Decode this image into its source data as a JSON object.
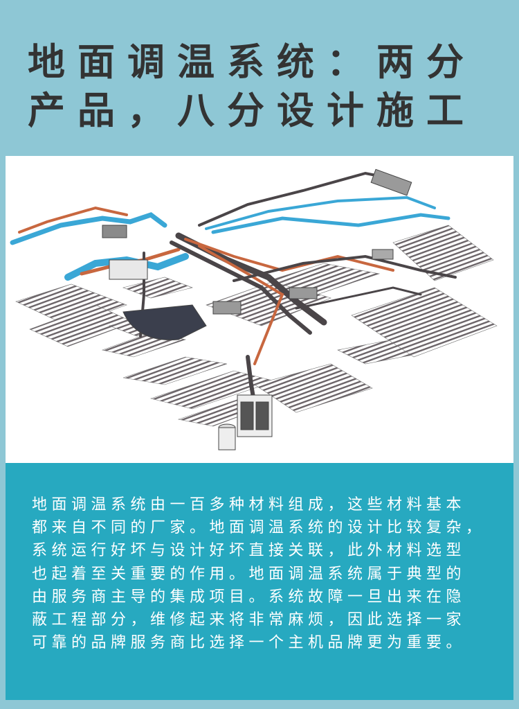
{
  "title": {
    "lines": [
      "地面调温系统：两分",
      "产品，八分设计施工"
    ]
  },
  "figure": {
    "icon": "floor-heating-system-diagram",
    "colors": {
      "hot_pipe": "#c8673f",
      "cold_pipe": "#3aa7d6",
      "dark_pipe": "#4a4548",
      "panel": "#6b6468"
    }
  },
  "body": {
    "lines": [
      "地面调温系统由一百多种材料组成，这些材料基本",
      "都来自不同的厂家。地面调温系统的设计比较复杂，",
      "系统运行好坏与设计好坏直接关联，此外材料选型",
      "也起着至关重要的作用。地面调温系统属于典型的",
      "由服务商主导的集成项目。系统故障一旦出来在隐",
      "蔽工程部分，维修起来将非常麻烦，因此选择一家",
      "可靠的品牌服务商比选择一个主机品牌更为重要。"
    ]
  },
  "colors": {
    "background": "#8ec7d5",
    "panel": "#27a9c0",
    "title": "#333333"
  }
}
